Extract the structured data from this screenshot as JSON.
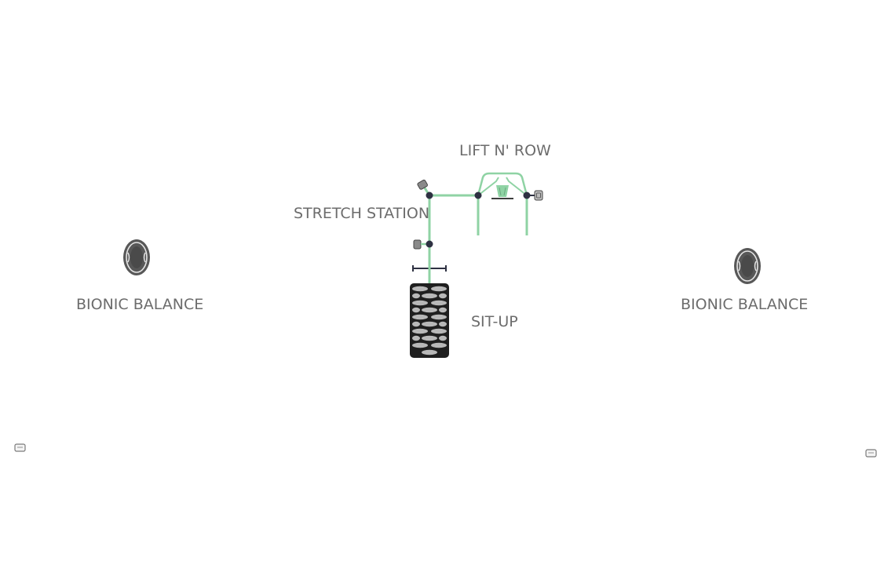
{
  "equipment": {
    "bionic_left": {
      "label": "BIONIC BALANCE",
      "icon": "bionic-balance-pod-icon"
    },
    "bionic_right": {
      "label": "BIONIC BALANCE",
      "icon": "bionic-balance-pod-icon"
    },
    "lift_row": {
      "label": "LIFT N' ROW",
      "icon": "lift-row-station-icon"
    },
    "stretch_station": {
      "label": "STRETCH STATION",
      "icon": "stretch-station-icon"
    },
    "sit_up": {
      "label": "SIT-UP",
      "icon": "sit-up-bench-icon"
    }
  },
  "markers": [
    {
      "icon": "small-marker-icon"
    },
    {
      "icon": "small-marker-icon"
    }
  ],
  "colors": {
    "frame_green": "#8fd3a4",
    "post_dark": "#2e3142",
    "label_grey": "#6c6c6c",
    "pod_dark": "#565656",
    "pad_fill": "#b8b8b8",
    "pad_outline": "#1f1f1f"
  }
}
